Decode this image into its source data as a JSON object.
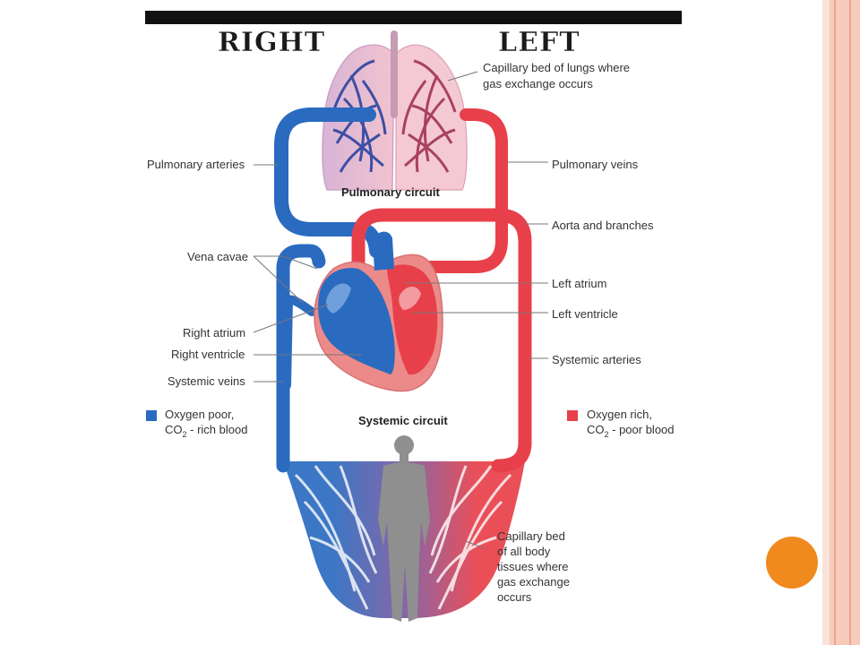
{
  "header": {
    "right_title": "RIGHT",
    "left_title": "LEFT"
  },
  "labels": {
    "capillary_lungs_1": "Capillary bed of lungs where",
    "capillary_lungs_2": "gas exchange occurs",
    "pulmonary_arteries": "Pulmonary arteries",
    "pulmonary_veins": "Pulmonary veins",
    "pulmonary_circuit": "Pulmonary circuit",
    "aorta": "Aorta and branches",
    "vena_cavae": "Vena cavae",
    "left_atrium": "Left atrium",
    "left_ventricle": "Left ventricle",
    "right_atrium": "Right atrium",
    "right_ventricle": "Right ventricle",
    "systemic_arteries": "Systemic arteries",
    "systemic_veins": "Systemic veins",
    "systemic_circuit": "Systemic circuit",
    "capillary_body_1": "Capillary bed",
    "capillary_body_2": "of all body",
    "capillary_body_3": "tissues where",
    "capillary_body_4": "gas exchange",
    "capillary_body_5": "occurs"
  },
  "legend": {
    "poor_line1": "Oxygen poor,",
    "poor_co": "CO",
    "poor_sub": "2",
    "poor_rest": " - rich blood",
    "rich_line1": "Oxygen rich,",
    "rich_co": "CO",
    "rich_sub": "2",
    "rich_rest": " - poor blood"
  },
  "colors": {
    "oxygen_poor": "#2a6bc0",
    "oxygen_rich": "#e8404a",
    "slide_accent": "#f08a1e",
    "slide_border": "#f2b9a7"
  }
}
